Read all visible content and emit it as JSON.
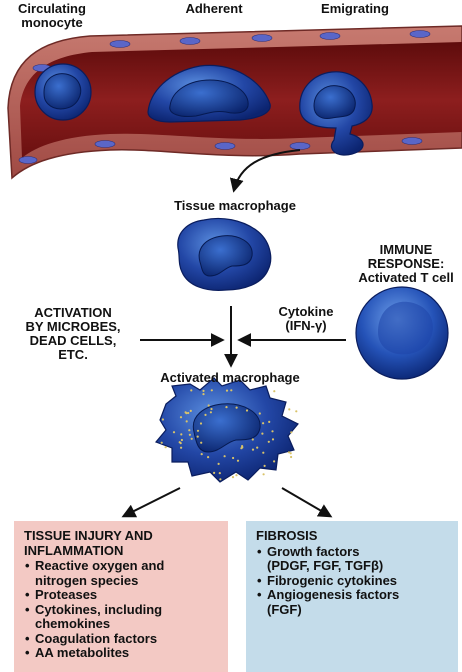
{
  "stages": {
    "circulating": "Circulating\nmonocyte",
    "adherent": "Adherent",
    "emigrating": "Emigrating"
  },
  "tissue_macrophage": "Tissue macrophage",
  "immune_response": "IMMUNE\nRESPONSE:\nActivated T cell",
  "cytokine": "Cytokine\n(IFN-γ)",
  "activation": "ACTIVATION\nBY MICROBES,\nDEAD CELLS,\nETC.",
  "activated_macrophage": "Activated macrophage",
  "injury_box": {
    "title": "TISSUE INJURY AND\nINFLAMMATION",
    "items": [
      "Reactive oxygen and\nnitrogen species",
      "Proteases",
      "Cytokines, including\nchemokines",
      "Coagulation factors",
      "AA metabolites"
    ]
  },
  "fibrosis_box": {
    "title": "FIBROSIS",
    "items": [
      "Growth factors\n(PDGF, FGF, TGFβ)",
      "Fibrogenic cytokines",
      "Angiogenesis factors\n(FGF)"
    ]
  },
  "colors": {
    "vessel_outer": "#b35a52",
    "vessel_lumen": "#7a1616",
    "cell_blue": "#1e3f9e",
    "nucleus_blue": "#123487",
    "injury_box_bg": "#f3c9c4",
    "fibrosis_box_bg": "#c4dcea"
  }
}
